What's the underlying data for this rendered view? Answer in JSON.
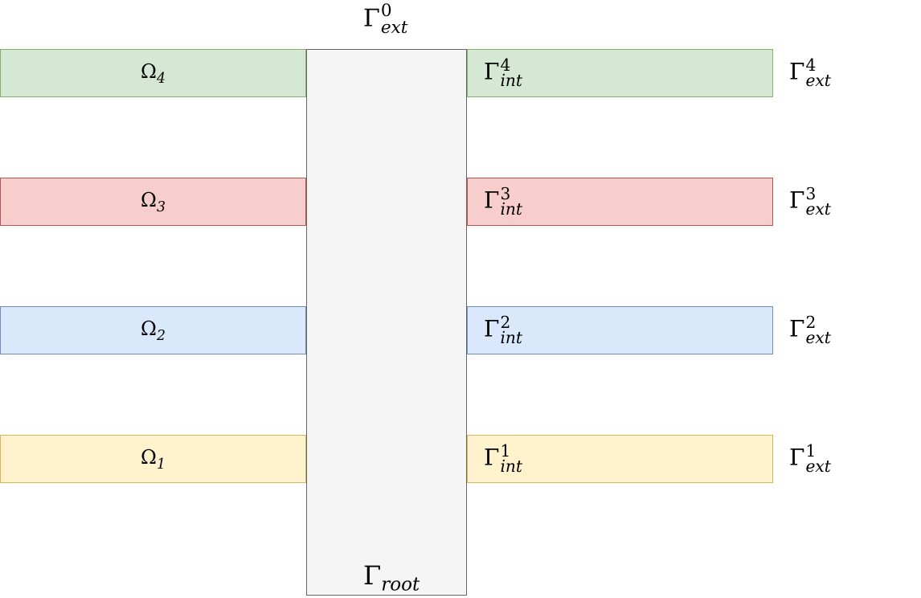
{
  "palette": {
    "green_fill": "#d5e8d4",
    "green_stroke": "#82b366",
    "red_fill": "#f8cecc",
    "red_stroke": "#b85450",
    "blue_fill": "#dae8fc",
    "blue_stroke": "#6c8ebf",
    "yellow_fill": "#fff2cc",
    "yellow_stroke": "#d6b656",
    "root_fill": "#f5f5f5",
    "root_stroke": "#666666"
  },
  "root": {
    "top_label": {
      "base": "Γ",
      "sup": "0",
      "sub": "ext"
    },
    "bottom_label": {
      "base": "Γ",
      "sub": "root"
    }
  },
  "rows": [
    {
      "omega": {
        "base": "Ω",
        "sub": "4"
      },
      "gint": {
        "base": "Γ",
        "sup": "4",
        "sub": "int"
      },
      "gext": {
        "base": "Γ",
        "sup": "4",
        "sub": "ext"
      }
    },
    {
      "omega": {
        "base": "Ω",
        "sub": "3"
      },
      "gint": {
        "base": "Γ",
        "sup": "3",
        "sub": "int"
      },
      "gext": {
        "base": "Γ",
        "sup": "3",
        "sub": "ext"
      }
    },
    {
      "omega": {
        "base": "Ω",
        "sub": "2"
      },
      "gint": {
        "base": "Γ",
        "sup": "2",
        "sub": "int"
      },
      "gext": {
        "base": "Γ",
        "sup": "2",
        "sub": "ext"
      }
    },
    {
      "omega": {
        "base": "Ω",
        "sub": "1"
      },
      "gint": {
        "base": "Γ",
        "sup": "1",
        "sub": "int"
      },
      "gext": {
        "base": "Γ",
        "sup": "1",
        "sub": "ext"
      }
    }
  ]
}
